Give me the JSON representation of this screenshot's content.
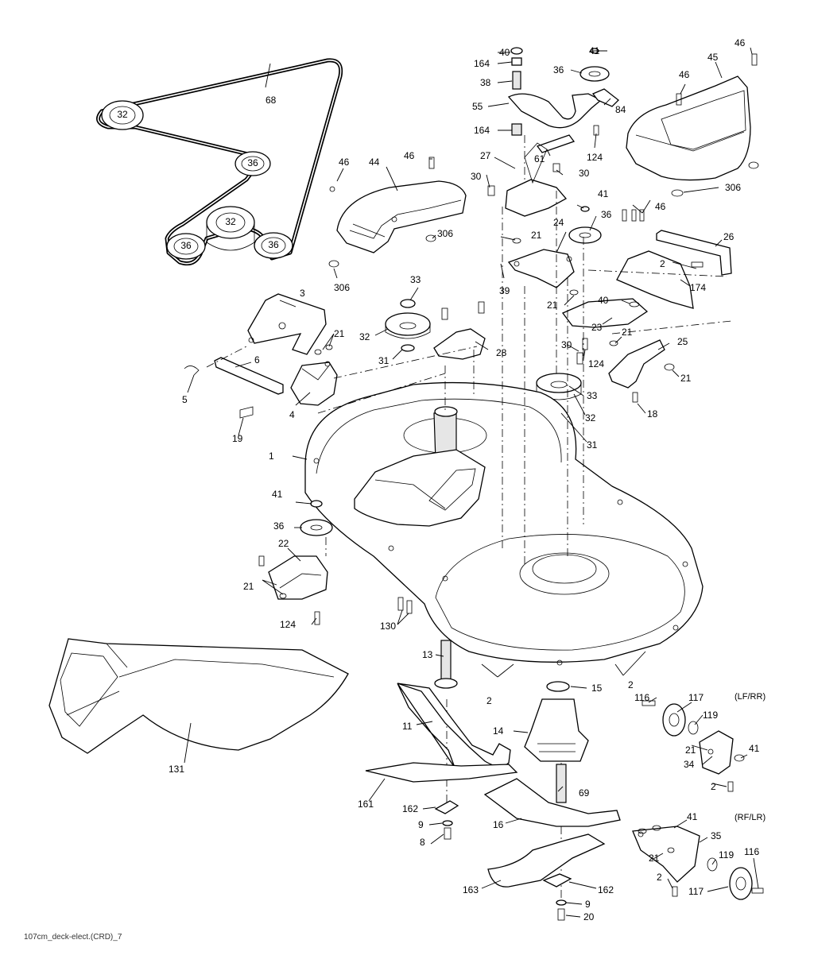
{
  "drawing_code": "107cm_deck-elect.(CRD)_7",
  "notes": {
    "front_wheel": "(LF/RR)",
    "rear_wheel": "(RF/LR)"
  },
  "belt_diagram": {
    "belt": "68",
    "pulleys": [
      "32",
      "36",
      "32",
      "36",
      "36"
    ]
  },
  "callouts": [
    {
      "n": "1"
    },
    {
      "n": "2"
    },
    {
      "n": "2"
    },
    {
      "n": "2"
    },
    {
      "n": "2"
    },
    {
      "n": "2"
    },
    {
      "n": "3"
    },
    {
      "n": "4"
    },
    {
      "n": "5"
    },
    {
      "n": "6"
    },
    {
      "n": "8"
    },
    {
      "n": "9"
    },
    {
      "n": "9"
    },
    {
      "n": "11"
    },
    {
      "n": "13"
    },
    {
      "n": "14"
    },
    {
      "n": "15"
    },
    {
      "n": "16"
    },
    {
      "n": "18"
    },
    {
      "n": "19"
    },
    {
      "n": "20"
    },
    {
      "n": "21"
    },
    {
      "n": "21"
    },
    {
      "n": "21"
    },
    {
      "n": "21"
    },
    {
      "n": "21"
    },
    {
      "n": "21"
    },
    {
      "n": "21"
    },
    {
      "n": "21"
    },
    {
      "n": "22"
    },
    {
      "n": "23"
    },
    {
      "n": "24"
    },
    {
      "n": "25"
    },
    {
      "n": "26"
    },
    {
      "n": "27"
    },
    {
      "n": "28"
    },
    {
      "n": "30"
    },
    {
      "n": "30"
    },
    {
      "n": "30"
    },
    {
      "n": "31"
    },
    {
      "n": "31"
    },
    {
      "n": "32"
    },
    {
      "n": "32"
    },
    {
      "n": "33"
    },
    {
      "n": "33"
    },
    {
      "n": "34"
    },
    {
      "n": "35"
    },
    {
      "n": "36"
    },
    {
      "n": "36"
    },
    {
      "n": "36"
    },
    {
      "n": "38"
    },
    {
      "n": "39"
    },
    {
      "n": "40"
    },
    {
      "n": "40"
    },
    {
      "n": "41"
    },
    {
      "n": "41"
    },
    {
      "n": "41"
    },
    {
      "n": "41"
    },
    {
      "n": "41"
    },
    {
      "n": "44"
    },
    {
      "n": "45"
    },
    {
      "n": "46"
    },
    {
      "n": "46"
    },
    {
      "n": "46"
    },
    {
      "n": "46"
    },
    {
      "n": "46"
    },
    {
      "n": "55"
    },
    {
      "n": "61"
    },
    {
      "n": "68"
    },
    {
      "n": "69"
    },
    {
      "n": "84"
    },
    {
      "n": "116"
    },
    {
      "n": "116"
    },
    {
      "n": "117"
    },
    {
      "n": "117"
    },
    {
      "n": "119"
    },
    {
      "n": "119"
    },
    {
      "n": "124"
    },
    {
      "n": "124"
    },
    {
      "n": "124"
    },
    {
      "n": "130"
    },
    {
      "n": "131"
    },
    {
      "n": "161"
    },
    {
      "n": "162"
    },
    {
      "n": "162"
    },
    {
      "n": "163"
    },
    {
      "n": "164"
    },
    {
      "n": "164"
    },
    {
      "n": "174"
    },
    {
      "n": "306"
    },
    {
      "n": "306"
    },
    {
      "n": "306"
    }
  ]
}
